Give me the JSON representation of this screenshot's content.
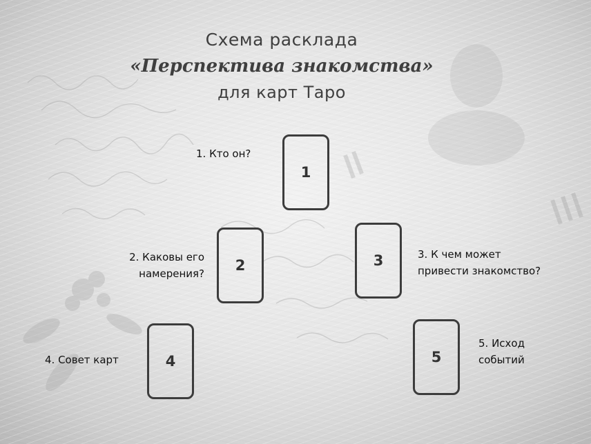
{
  "title": {
    "line1": "Схема расклада",
    "line2": "«Перспектива знакомства»",
    "line3": "для карт Таро"
  },
  "cards": [
    {
      "number": "1",
      "label": "1. Кто он?"
    },
    {
      "number": "2",
      "label_line1": "2. Каковы его",
      "label_line2": "намерения?"
    },
    {
      "number": "3",
      "label_line1": "3. К чем может",
      "label_line2": "привести знакомство?"
    },
    {
      "number": "4",
      "label": "4. Совет карт"
    },
    {
      "number": "5",
      "label_line1": "5. Исход",
      "label_line2": "событий"
    }
  ],
  "colors": {
    "card_border": "#3c3c3c",
    "title_text": "#3f3f3f",
    "label_text": "#111111"
  }
}
